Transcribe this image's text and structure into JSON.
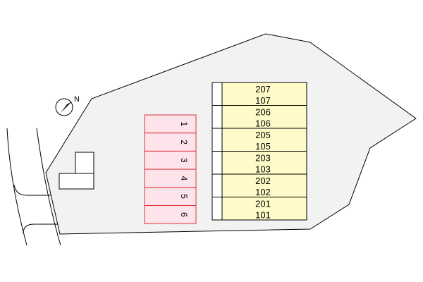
{
  "north": {
    "label": "N"
  },
  "building": {
    "rooms": [
      {
        "upper": "207",
        "lower": "107"
      },
      {
        "upper": "206",
        "lower": "106"
      },
      {
        "upper": "205",
        "lower": "105"
      },
      {
        "upper": "203",
        "lower": "103"
      },
      {
        "upper": "202",
        "lower": "102"
      },
      {
        "upper": "201",
        "lower": "101"
      }
    ]
  },
  "parking": {
    "spaces": [
      "1",
      "2",
      "3",
      "4",
      "5",
      "6"
    ]
  },
  "colors": {
    "unit_fill": "#fffbc8",
    "parking_fill": "#fde4ea",
    "parking_stroke": "#e0333f",
    "lot_fill": "#f2f2f2"
  }
}
